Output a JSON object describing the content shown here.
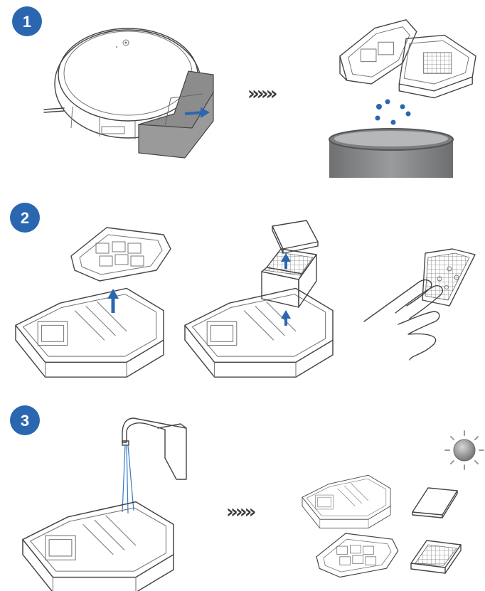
{
  "steps": [
    {
      "number": "1"
    },
    {
      "number": "2"
    },
    {
      "number": "3"
    }
  ],
  "arrows": {
    "step1": "»»»",
    "step3": "»»»"
  },
  "colors": {
    "accent": "#2b67b1",
    "line": "#444444",
    "bin_body": "#8e8f91",
    "sun": "#9a9a9a"
  },
  "icons": [
    "robot-vacuum-icon",
    "dustbin-icon",
    "trash-can-icon",
    "filter-icon",
    "hand-icon",
    "faucet-icon",
    "sun-icon"
  ]
}
